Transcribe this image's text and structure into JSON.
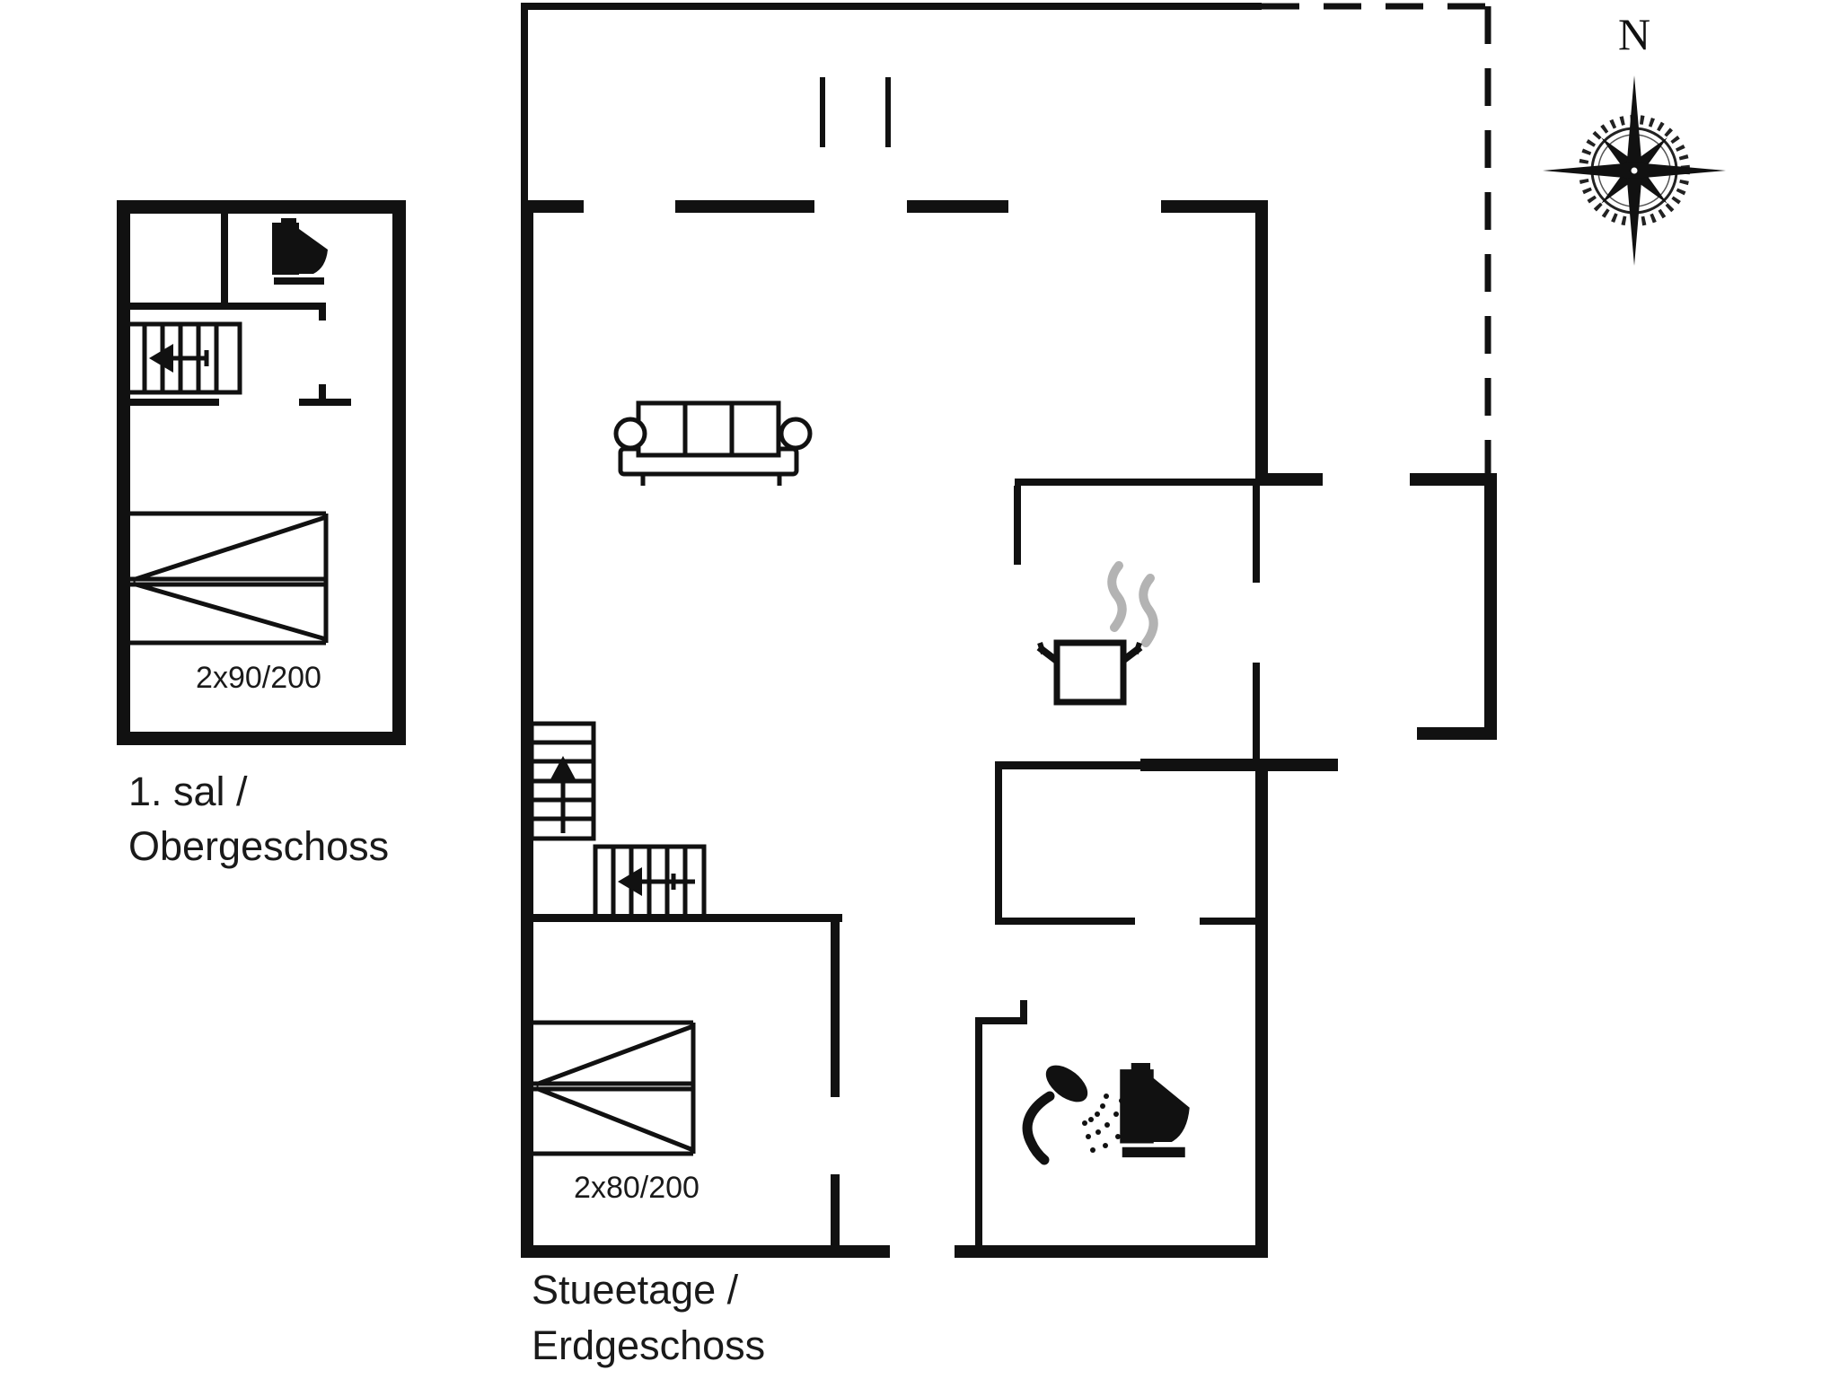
{
  "document": {
    "type": "holiday-home floor plan",
    "background_color": "#ffffff",
    "line_color": "#111111",
    "steam_color": "#b3b3b3"
  },
  "upper_floor": {
    "name_line1": "1. sal /",
    "name_line2": "Obergeschoss",
    "bed_label": "2x90/200",
    "icons": [
      "toilet-icon",
      "staircase-icon",
      "double-bed-icon"
    ]
  },
  "ground_floor": {
    "name_line1": "Stueetage /",
    "name_line2": "Erdgeschoss",
    "bed_label": "2x80/200",
    "icons": [
      "sofa-icon",
      "staircase-icon",
      "cooking-pot-icon",
      "steam-icon",
      "shower-icon",
      "toilet-icon",
      "double-bed-icon"
    ]
  },
  "compass": {
    "north_label": "N"
  }
}
